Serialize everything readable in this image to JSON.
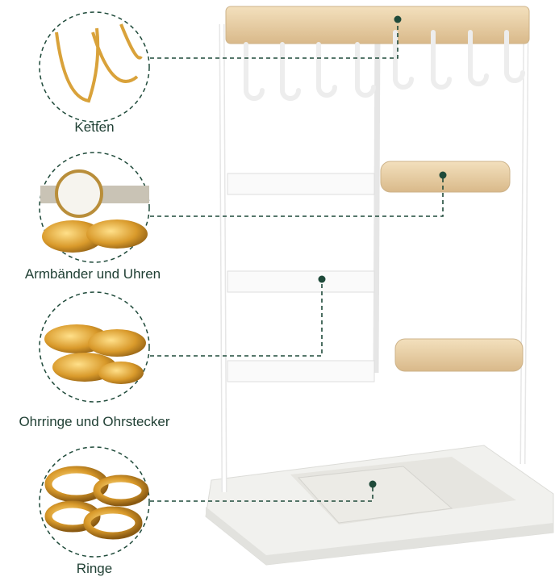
{
  "labels": {
    "necklaces": "Ketten",
    "bracelets": "Armbänder und Uhren",
    "earrings": "Ohrringe und Ohrstecker",
    "rings": "Ringe"
  },
  "colors": {
    "accent": "#1f4a3a",
    "wood": "#e9cfa4",
    "gold": "#d9a23a",
    "frame": "#ffffff"
  }
}
